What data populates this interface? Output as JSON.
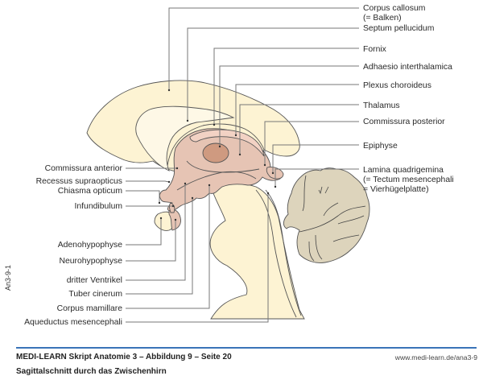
{
  "figure": {
    "side_code": "An3-9-1",
    "colors": {
      "cerebrum": "#fdf3d3",
      "cerebrum_light": "#fef8e6",
      "diencephalon": "#e6c4b4",
      "thalamus_highlight": "#f2d2c4",
      "adhaesio": "#cf9a80",
      "cerebellum": "#ddd4bc",
      "leader": "#777777",
      "footer_rule": "#3a74b8"
    },
    "labels_right": [
      {
        "lines": [
          "Corpus callosum",
          "(= Balken)"
        ]
      },
      {
        "lines": [
          "Septum pellucidum"
        ]
      },
      {
        "lines": [
          "Fornix"
        ]
      },
      {
        "lines": [
          "Adhaesio interthalamica"
        ]
      },
      {
        "lines": [
          "Plexus choroideus"
        ]
      },
      {
        "lines": [
          "Thalamus"
        ]
      },
      {
        "lines": [
          "Commissura posterior"
        ]
      },
      {
        "lines": [
          "Epiphyse"
        ]
      },
      {
        "lines": [
          "Lamina quadrigemina",
          "(= Tectum mesencephali",
          " = Vierhügelplatte)"
        ]
      }
    ],
    "labels_left": [
      {
        "text": "Commissura anterior"
      },
      {
        "text": "Recessus supraopticus"
      },
      {
        "text": "Chiasma opticum"
      },
      {
        "text": "Infundibulum"
      },
      {
        "text": "Adenohypophyse"
      },
      {
        "text": "Neurohypophyse"
      },
      {
        "text": "dritter Ventrikel"
      },
      {
        "text": "Tuber cinerum"
      },
      {
        "text": "Corpus mamillare"
      },
      {
        "text": "Aqueductus mesencephali"
      }
    ]
  },
  "footer": {
    "title": "MEDI-LEARN Skript Anatomie 3 – Abbildung 9 – Seite 20",
    "url": "www.medi-learn.de/ana3-9",
    "subtitle": "Sagittalschnitt durch das Zwischenhirn"
  }
}
